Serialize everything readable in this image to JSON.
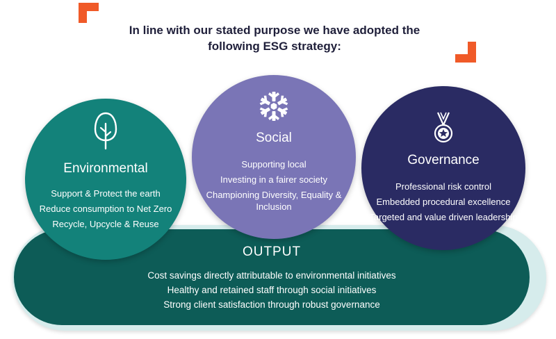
{
  "heading": {
    "line1": "In line with our stated purpose we have adopted the",
    "line2": "following ESG strategy:"
  },
  "colors": {
    "accent_orange": "#f05a28",
    "environmental": "#13827a",
    "social": "#7a75b6",
    "governance": "#2a2b63",
    "output": "#0d5c57"
  },
  "pillars": {
    "environmental": {
      "icon": "tree-icon",
      "title": "Environmental",
      "items": [
        "Support & Protect the earth",
        "Reduce consumption to Net Zero",
        "Recycle, Upcycle & Reuse"
      ]
    },
    "social": {
      "icon": "snowflake-icon",
      "title": "Social",
      "items": [
        "Supporting local",
        "Investing in a fairer society",
        "Championing Diversity, Equality & Inclusion"
      ]
    },
    "governance": {
      "icon": "medal-icon",
      "title": "Governance",
      "items": [
        "Professional risk control",
        "Embedded procedural excellence",
        "Targeted and value driven leadership"
      ]
    }
  },
  "output": {
    "title": "OUTPUT",
    "items": [
      "Cost savings directly attributable to environmental initiatives",
      "Healthy and retained staff through social initiatives",
      "Strong client satisfaction through robust governance"
    ]
  }
}
